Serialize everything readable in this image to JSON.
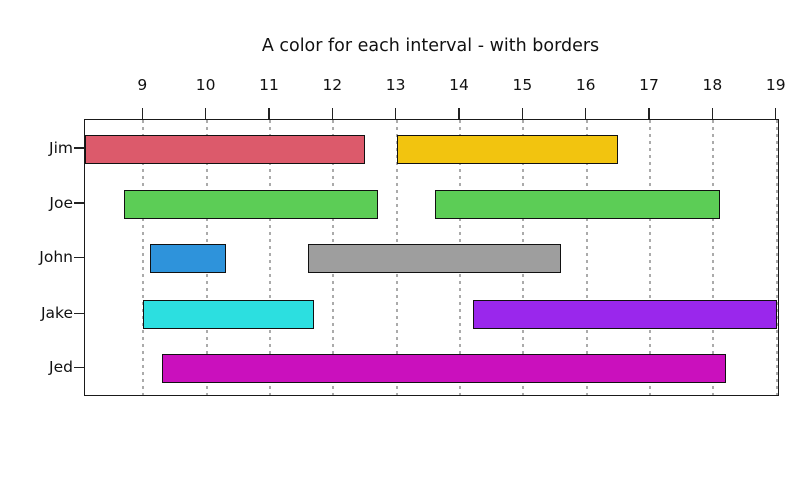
{
  "chart_data": {
    "type": "gantt",
    "title": "A color for each interval - with borders",
    "x_ticks": [
      9,
      10,
      11,
      12,
      13,
      14,
      15,
      16,
      17,
      18,
      19
    ],
    "xlim": [
      8.08,
      19.02
    ],
    "grid": "vertical-dashed",
    "legend": "none",
    "x_axis_position": "top",
    "rows": [
      {
        "label": "Jim",
        "intervals": [
          {
            "start": 8.08,
            "end": 12.5,
            "color": "#DC5A6B"
          },
          {
            "start": 13.0,
            "end": 16.5,
            "color": "#F2C40F"
          }
        ]
      },
      {
        "label": "Joe",
        "intervals": [
          {
            "start": 8.7,
            "end": 12.7,
            "color": "#5CCD56"
          },
          {
            "start": 13.6,
            "end": 18.1,
            "color": "#5CCD56"
          }
        ]
      },
      {
        "label": "John",
        "intervals": [
          {
            "start": 9.1,
            "end": 10.3,
            "color": "#2E93DB"
          },
          {
            "start": 11.6,
            "end": 15.6,
            "color": "#9E9E9E"
          }
        ]
      },
      {
        "label": "Jake",
        "intervals": [
          {
            "start": 9.0,
            "end": 11.7,
            "color": "#2CDFE0"
          },
          {
            "start": 14.2,
            "end": 19.0,
            "color": "#9A27EC"
          }
        ]
      },
      {
        "label": "Jed",
        "intervals": [
          {
            "start": 9.3,
            "end": 18.2,
            "color": "#CA10BD"
          }
        ]
      }
    ],
    "colors": {
      "bar_border": "#111111",
      "gridline": "#ababab",
      "axis_border": "#1a1a1a",
      "text": "#111111",
      "background": "#ffffff"
    }
  }
}
